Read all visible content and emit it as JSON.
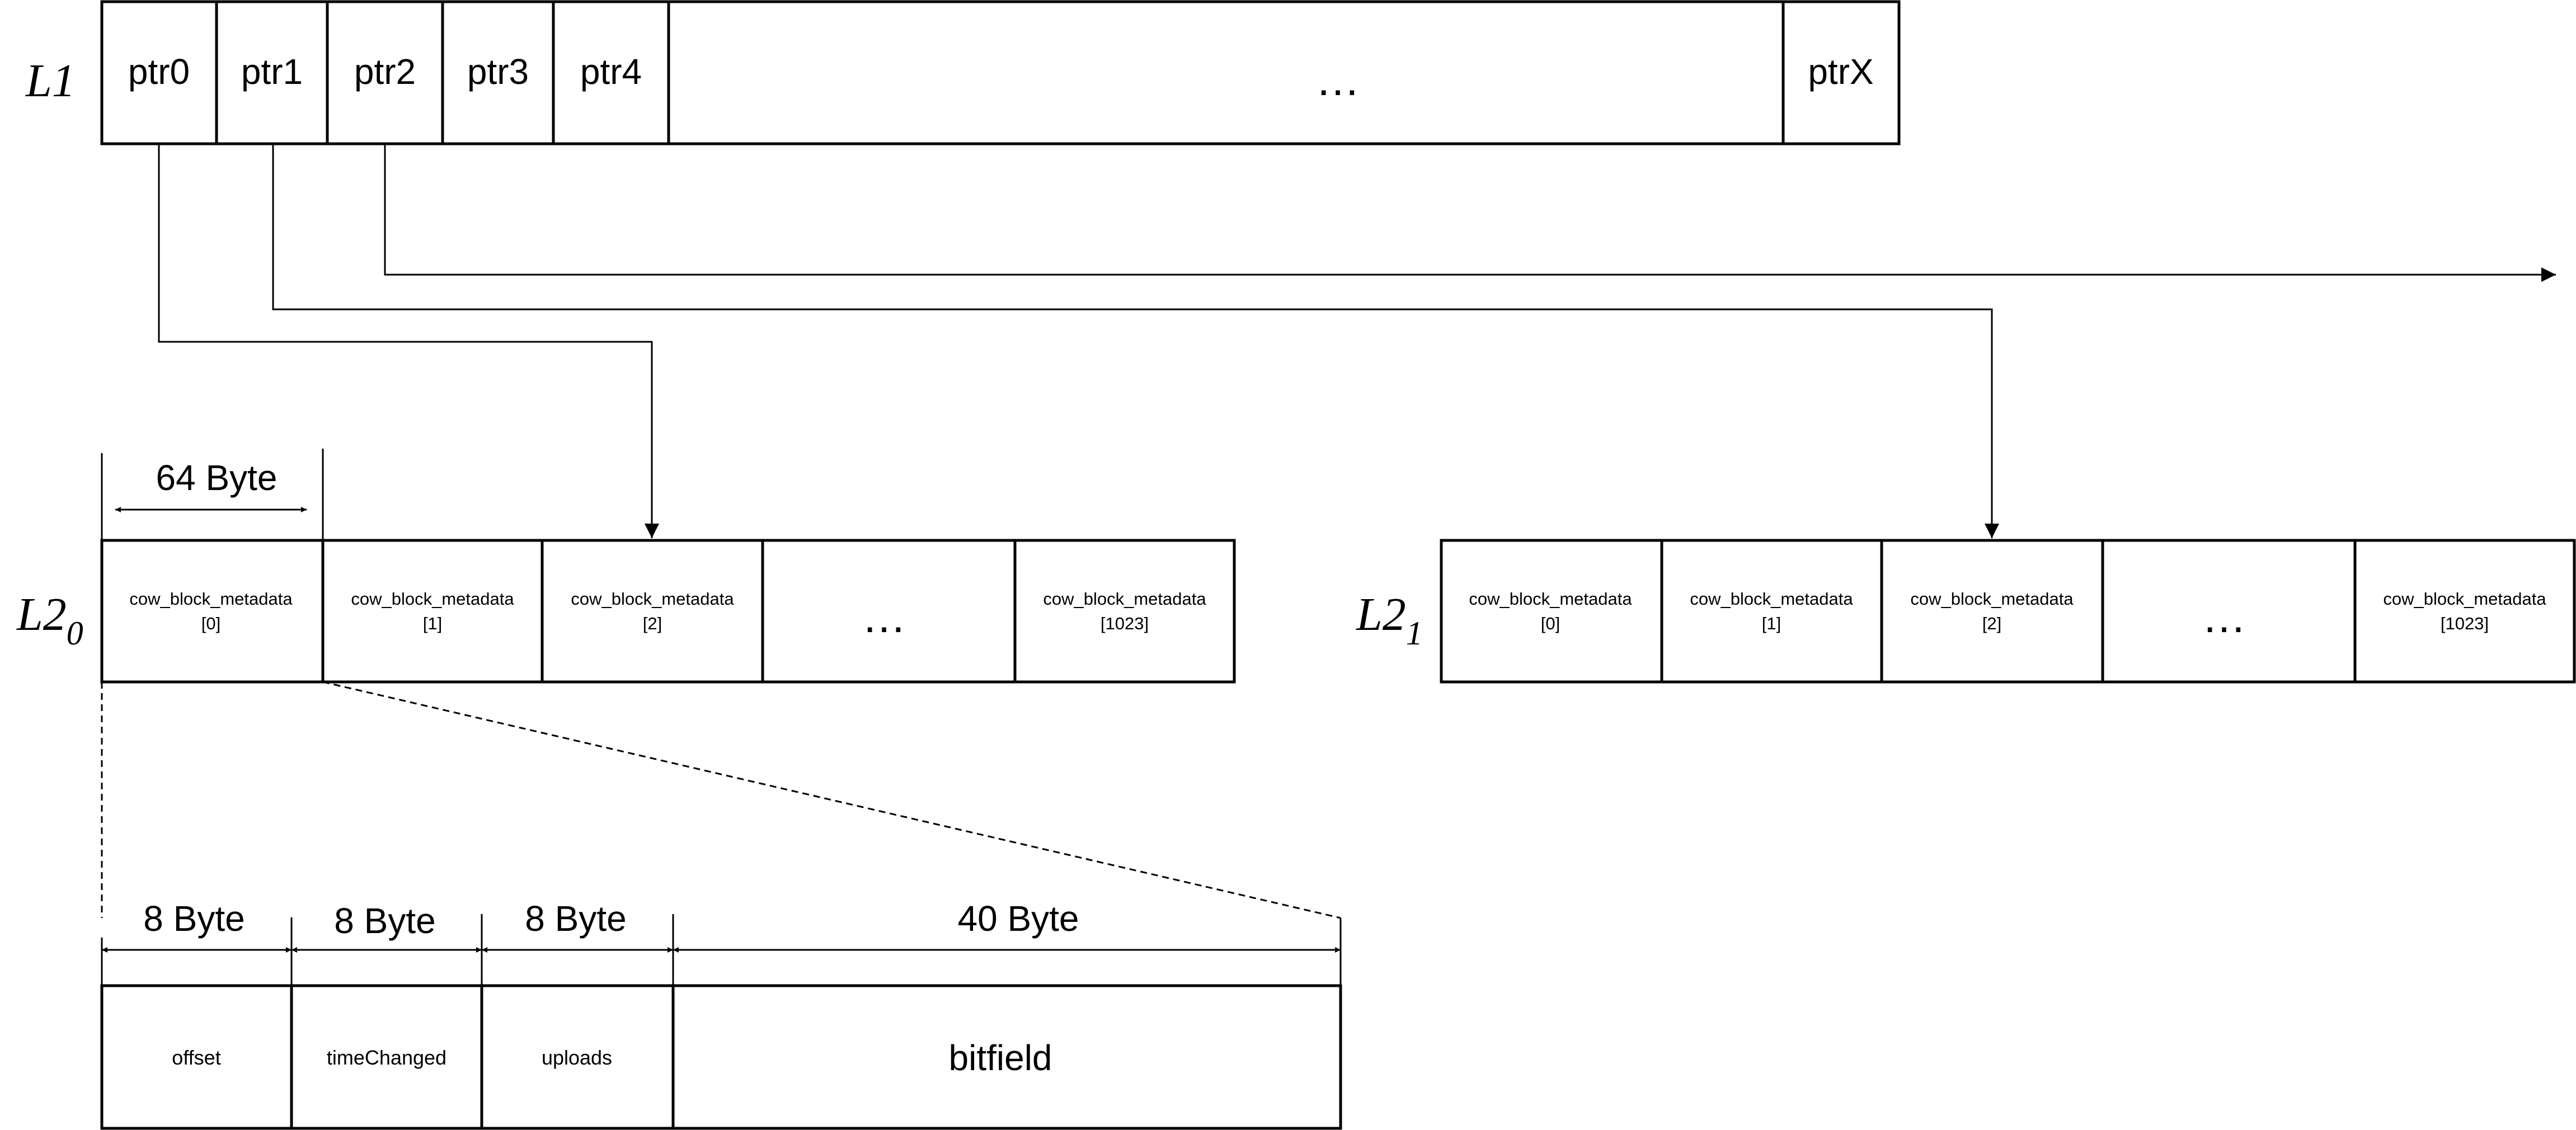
{
  "l1": {
    "label": "L1",
    "cells": [
      "ptr0",
      "ptr1",
      "ptr2",
      "ptr3",
      "ptr4",
      "…",
      "ptrX"
    ]
  },
  "l2_0": {
    "label_base": "L2",
    "label_sub": "0",
    "size_label": "64 Byte",
    "cells": [
      {
        "line1": "cow_block_metadata",
        "line2": "[0]"
      },
      {
        "line1": "cow_block_metadata",
        "line2": "[1]"
      },
      {
        "line1": "cow_block_metadata",
        "line2": "[2]"
      },
      {
        "line1": "…",
        "line2": ""
      },
      {
        "line1": "cow_block_metadata",
        "line2": "[1023]"
      }
    ]
  },
  "l2_1": {
    "label_base": "L2",
    "label_sub": "1",
    "cells": [
      {
        "line1": "cow_block_metadata",
        "line2": "[0]"
      },
      {
        "line1": "cow_block_metadata",
        "line2": "[1]"
      },
      {
        "line1": "cow_block_metadata",
        "line2": "[2]"
      },
      {
        "line1": "…",
        "line2": ""
      },
      {
        "line1": "cow_block_metadata",
        "line2": "[1023]"
      }
    ]
  },
  "struct": {
    "sizes": [
      "8 Byte",
      "8 Byte",
      "8 Byte",
      "40 Byte"
    ],
    "fields": [
      "offset",
      "timeChanged",
      "uploads",
      "bitfield"
    ]
  },
  "colors": {
    "stroke": "#000000",
    "background": "#ffffff"
  }
}
